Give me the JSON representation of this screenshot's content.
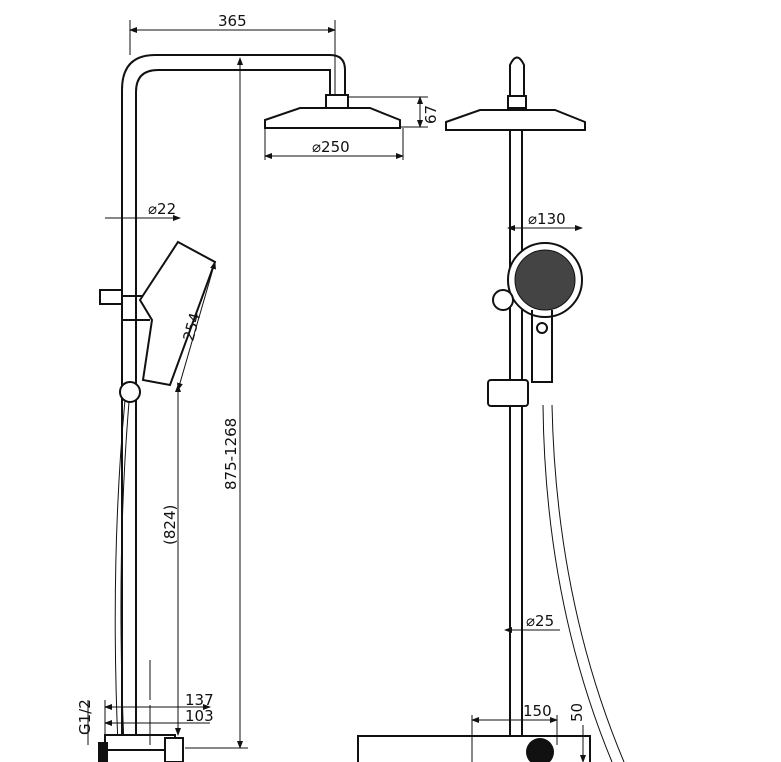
{
  "dimensions": {
    "arm_length": "365",
    "head_height": "67",
    "head_diameter": "⌀250",
    "pipe_diameter_upper": "⌀22",
    "hand_shower_length": "254",
    "height_range": "875-1268",
    "lower_pipe_length": "(824)",
    "inlet_thread": "G1/2",
    "depth_outer": "137",
    "depth_inner": "103",
    "hand_shower_diameter": "⌀130",
    "pipe_diameter_lower": "⌀25",
    "shelf_width": "150",
    "shelf_height": "50"
  }
}
